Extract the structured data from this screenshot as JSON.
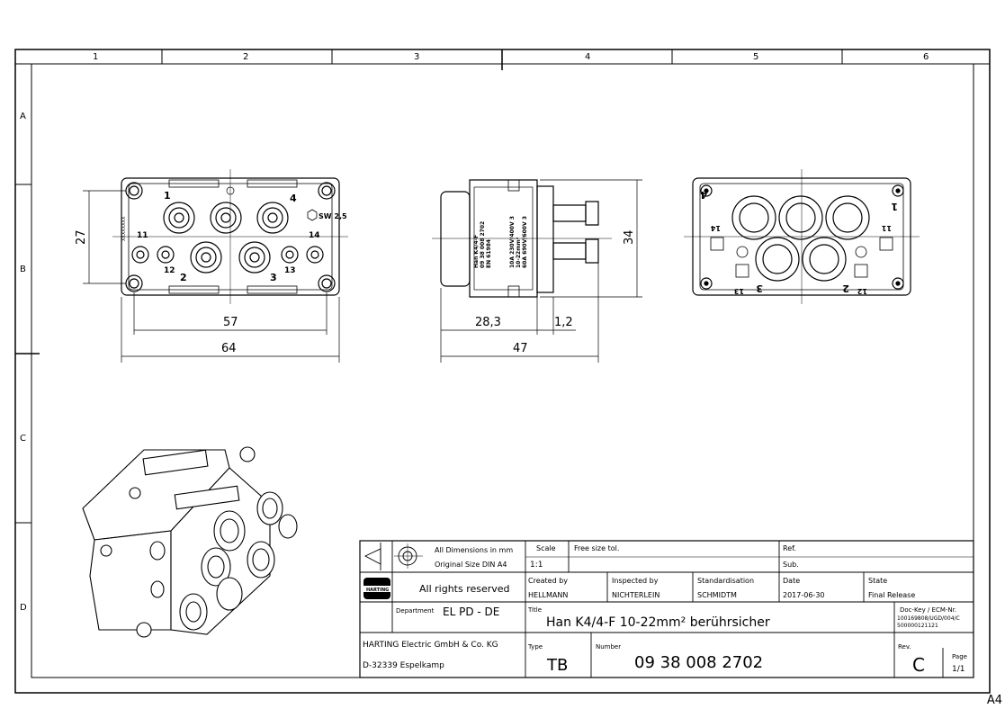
{
  "frame": {
    "columns": [
      "1",
      "2",
      "3",
      "4",
      "5",
      "6"
    ],
    "rows": [
      "A",
      "B",
      "C",
      "D"
    ],
    "sheet_size_mark": "A4"
  },
  "views": {
    "front": {
      "pin_labels": [
        "1",
        "2",
        "3",
        "4",
        "11",
        "12",
        "13",
        "14"
      ],
      "wrench_label": "SW 2,5",
      "dims": {
        "height": "27",
        "width_inner": "57",
        "width_outer": "64"
      },
      "side_text": "XXXXXXXX"
    },
    "side": {
      "dims": {
        "height": "34",
        "body": "28,3",
        "gap": "1,2",
        "total": "47"
      },
      "label_lines": [
        "Han K4/4-F",
        "09 38 008 2702",
        "EN 61984",
        "",
        "10A 230V/400V 3",
        "10-22mm²",
        "60A 690V/600V 3"
      ]
    },
    "rear": {
      "pin_labels": [
        "1",
        "2",
        "3",
        "4",
        "11",
        "12",
        "13",
        "14"
      ]
    }
  },
  "title_block": {
    "dims_note_1": "All Dimensions in mm",
    "dims_note_2": "Original Size DIN A4",
    "rights": "All rights reserved",
    "department_label": "Department",
    "department": "EL PD - DE",
    "company": "HARTING Electric GmbH & Co. KG",
    "address": "D-32339 Espelkamp",
    "logo_text": "HARTING",
    "scale_label": "Scale",
    "scale": "1:1",
    "tolerance": "Free size tol.",
    "ref_label": "Ref.",
    "sub_label": "Sub.",
    "created_by_label": "Created by",
    "created_by": "HELLMANN",
    "inspected_by_label": "Inspected by",
    "inspected_by": "NICHTERLEIN",
    "standardisation_label": "Standardisation",
    "standardisation": "SCHMIDTM",
    "date_label": "Date",
    "date": "2017-06-30",
    "state_label": "State",
    "state": "Final Release",
    "title_label": "Title",
    "title": "Han K4/4-F 10-22mm² berührsicher",
    "doc_key_label": "Doc-Key / ECM-Nr.",
    "doc_key_1": "100169808/UGD/004/C",
    "doc_key_2": "500000121121",
    "type_label": "Type",
    "type": "TB",
    "number_label": "Number",
    "number": "09 38 008 2702",
    "rev_label": "Rev.",
    "rev": "C",
    "page_label": "Page",
    "page": "1/1"
  }
}
